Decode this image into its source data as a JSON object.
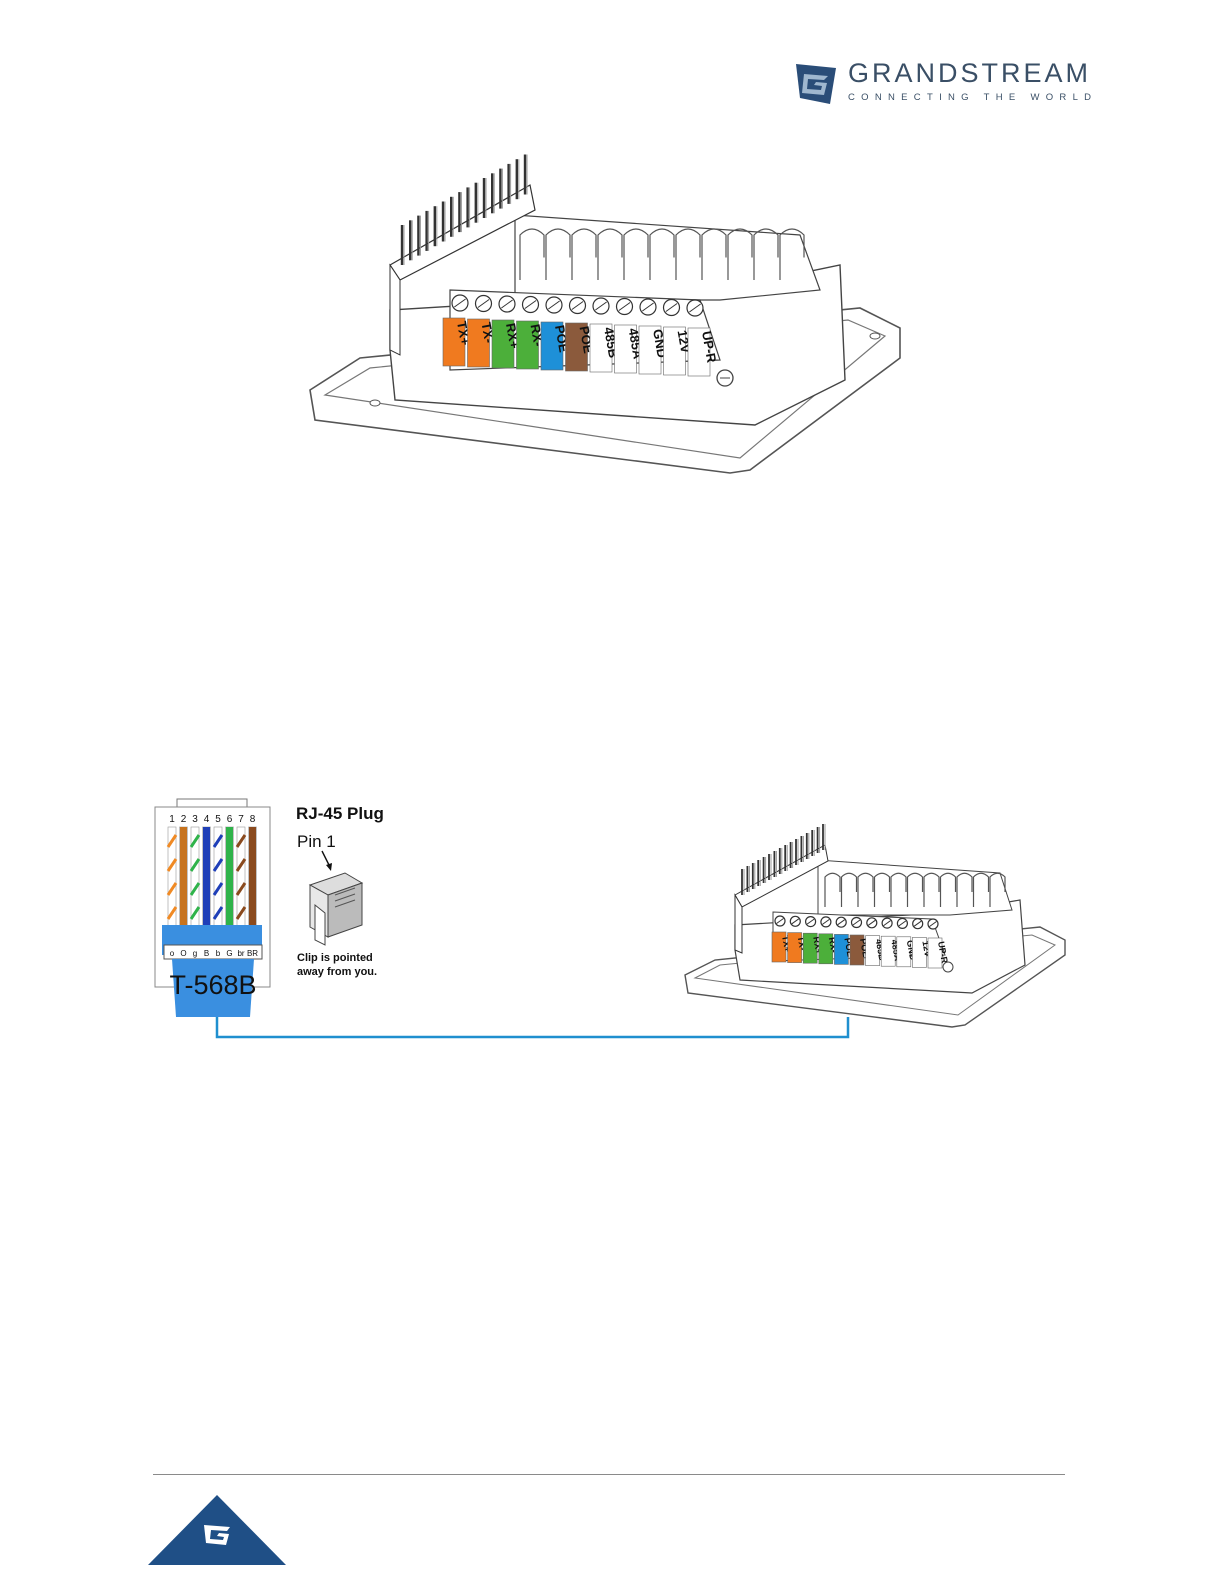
{
  "header": {
    "brand_name": "GRANDSTREAM",
    "brand_tagline": "CONNECTING THE WORLD",
    "brand_color": "#3a4f66"
  },
  "terminal_labels": [
    "TX+",
    "TX-",
    "RX+",
    "RX-",
    "POE",
    "POE",
    "485B",
    "485A",
    "GND",
    "12V",
    "UP-R"
  ],
  "terminal_colors": [
    "#f07a1f",
    "#f07a1f",
    "#4caf3a",
    "#4caf3a",
    "#1e90d8",
    "#8b5a3c",
    "#ffffff",
    "#ffffff",
    "#ffffff",
    "#ffffff",
    "#ffffff"
  ],
  "rj45": {
    "pin_numbers": [
      "1",
      "2",
      "3",
      "4",
      "5",
      "6",
      "7",
      "8"
    ],
    "wire_codes": [
      "o",
      "O",
      "g",
      "B",
      "b",
      "G",
      "br",
      "BR"
    ],
    "standard": "T-568B",
    "plug_title": "RJ-45 Plug",
    "pin_label": "Pin 1",
    "clip_note_line1": "Clip is pointed",
    "clip_note_line2": "away from you."
  },
  "colors": {
    "connector_line": "#1f8fcf",
    "t568b_blue": "#3a8fe0",
    "footer_triangle": "#1f4f86"
  }
}
